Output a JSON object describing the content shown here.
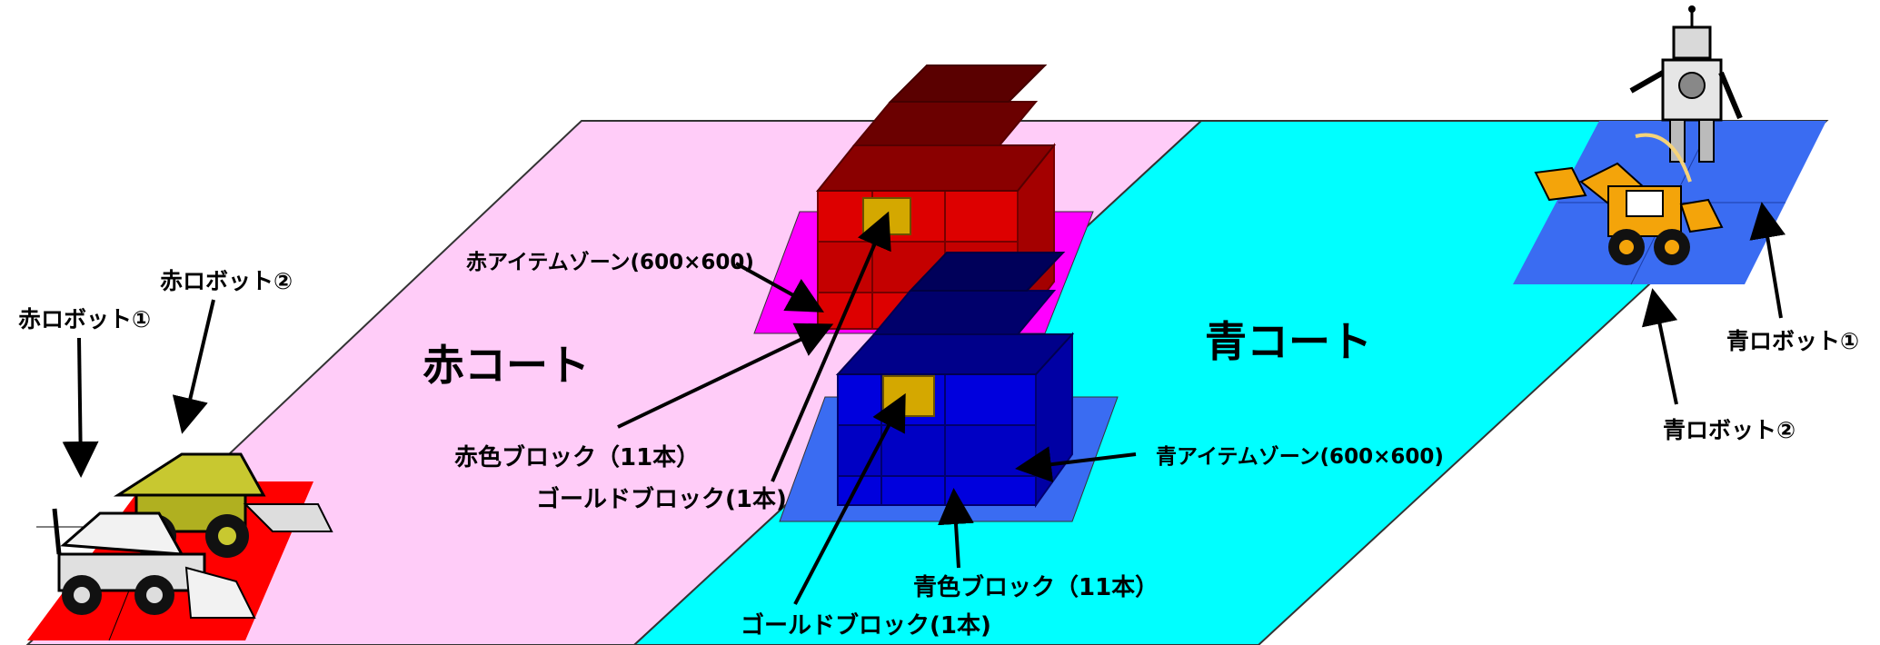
{
  "courts": {
    "red": {
      "label": "赤コート",
      "color": "#ffccf8"
    },
    "blue": {
      "label": "青コート",
      "color": "#00ffff"
    }
  },
  "zones": {
    "red_item_zone": {
      "label": "赤アイテムゾーン(600×600)",
      "color": "#ff00ff"
    },
    "blue_item_zone": {
      "label": "青アイテムゾーン(600×600)",
      "color": "#3a6cf2"
    }
  },
  "blocks": {
    "red_blocks": {
      "label": "赤色ブロック（11本）",
      "color": "#dd0000",
      "top_color": "#6b0000"
    },
    "red_gold": {
      "label": "ゴールドブロック(1本)",
      "color": "#d4a800"
    },
    "blue_blocks": {
      "label": "青色ブロック（11本）",
      "color": "#0000dd",
      "top_color": "#00006b"
    },
    "blue_gold": {
      "label": "ゴールドブロック(1本)",
      "color": "#d4a800"
    }
  },
  "robots": {
    "red_1": {
      "label": "赤ロボット①"
    },
    "red_2": {
      "label": "赤ロボット②"
    },
    "blue_1": {
      "label": "青ロボット①"
    },
    "blue_2": {
      "label": "青ロボット②"
    }
  },
  "start_zone_colors": {
    "red": "#ff0000",
    "blue": "#3a6cf2"
  }
}
